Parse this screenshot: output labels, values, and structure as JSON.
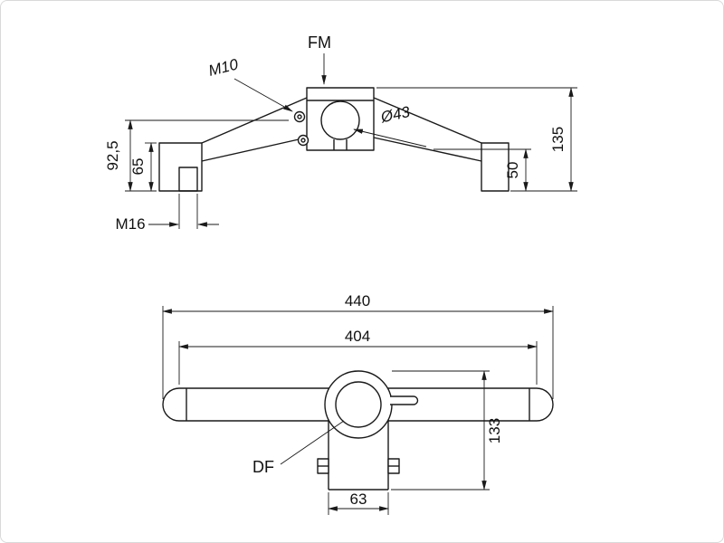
{
  "drawing": {
    "kind": "technical-dimension-drawing",
    "colors": {
      "line": "#1a1a1a",
      "background": "#ffffff",
      "border": "#d9d9d9"
    },
    "front_view": {
      "force_label": "FM",
      "thread_label_top": "M10",
      "bore_label": "Ø43",
      "dim_height_overall_left": "92,5",
      "dim_height_foot": "65",
      "thread_label_bottom": "M16",
      "dim_height_overall_right": "135",
      "dim_height_right": "50"
    },
    "top_view": {
      "dim_width_overall": "440",
      "dim_width_centers": "404",
      "bore_label": "DF",
      "dim_depth": "133",
      "dim_clamp_width": "63"
    }
  }
}
